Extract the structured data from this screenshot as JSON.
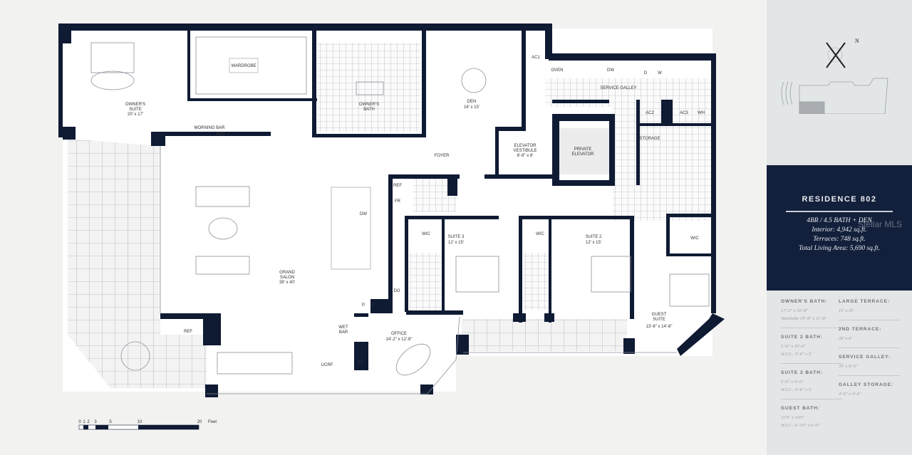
{
  "plan": {
    "rooms": {
      "owners_suite": {
        "name": "OWNER'S",
        "name2": "SUITE",
        "size": "20' x 17'"
      },
      "wardrobe": "WARDROBE",
      "owners_bath": {
        "name": "OWNER'S",
        "name2": "BATH"
      },
      "den": {
        "name": "DEN",
        "size": "16' x 15'"
      },
      "ac1": "AC1",
      "oven": "OVEN",
      "dw_galley": "DW",
      "dryer": "D",
      "washer": "W",
      "service_galley": "SERVICE GALLEY",
      "ac2": "AC2",
      "ac3": "AC3",
      "wh": "WH",
      "storage": "STORAGE",
      "morning_bar": "MORNING BAR",
      "morning_bar_ref": "REF",
      "foyer": "FOYER",
      "elevator_vestibule": {
        "name": "ELEVATOR",
        "name2": "VESTIBULE",
        "size": "8'-8\" x 8'"
      },
      "private_elevator": {
        "name": "PRIVATE",
        "name2": "ELEVATOR"
      },
      "kitchen_ref": "REF",
      "kitchen_fr": "FR",
      "kitchen_dw": "DW",
      "do": "DO",
      "pantry1": "P",
      "pantry2": "P",
      "grand_salon": {
        "name": "GRAND",
        "name2": "SALON",
        "size": "39' x 40'"
      },
      "suite3": {
        "name": "SUITE 3",
        "size": "12' x 15'",
        "wic": "WIC"
      },
      "suite2": {
        "name": "SUITE 2",
        "size": "12' x 15'",
        "wic": "WIC"
      },
      "guest_suite": {
        "name": "GUEST",
        "name2": "SUITE",
        "size": "13'-6\" x 14'-6\"",
        "wic": "WIC"
      },
      "wet_bar": {
        "name": "WET",
        "name2": "BAR"
      },
      "ucrf": "UCRF",
      "wt": "WT",
      "office": {
        "name": "OFFICE",
        "size": "14'-2\" x 12'-8\""
      },
      "terrace_ref": "REF"
    },
    "scale_bar": {
      "ticks": [
        "0",
        "1",
        "2",
        "3",
        "5",
        "10",
        "20"
      ],
      "unit": "Feet"
    }
  },
  "compass": {
    "north": "N"
  },
  "residence": {
    "title": "RESIDENCE 802",
    "beds_baths": "4BR / 4.5 BATH + DEN",
    "interior": "Interior: 4,942 sq.ft.",
    "terraces": "Terraces: 748 sq.ft.",
    "total": "Total Living Area: 5,690 sq.ft."
  },
  "watermark": "Stellar MLS",
  "specs_left": [
    {
      "heading": "OWNER'S BATH:",
      "lines": [
        "17'-2\" x 16'-8\"",
        "Wardrobe 19'-8\" x 11'-8\""
      ]
    },
    {
      "heading": "SUITE 2 BATH:",
      "lines": [
        "5'-6\" x 10'-6\"",
        "W.I.C.: 5'-6\" x 5'"
      ]
    },
    {
      "heading": "SUITE 3 BATH:",
      "lines": [
        "5'-6\" x 9'-6\"",
        "W.I.C.: 5'-6\" x 5'"
      ]
    },
    {
      "heading": "GUEST BATH:",
      "lines": [
        "11'6\" x 14'6\"",
        "W.I.C.: 6'-10\" x 6'-0\""
      ]
    }
  ],
  "specs_right": [
    {
      "heading": "LARGE TERRACE:",
      "lines": [
        "15' x 45'"
      ]
    },
    {
      "heading": "2ND TERRACE:",
      "lines": [
        "26' x 6'"
      ]
    },
    {
      "heading": "SERVICE GALLEY:",
      "lines": [
        "30' x 8'-6\""
      ]
    },
    {
      "heading": "GALLEY STORAGE:",
      "lines": [
        "4'-6\" x 4'-6\""
      ]
    }
  ],
  "colors": {
    "wall": "#0f1a33",
    "panel": "#13203b",
    "sidebar": "#e3e6e7",
    "tile": "#dcdcdc"
  }
}
